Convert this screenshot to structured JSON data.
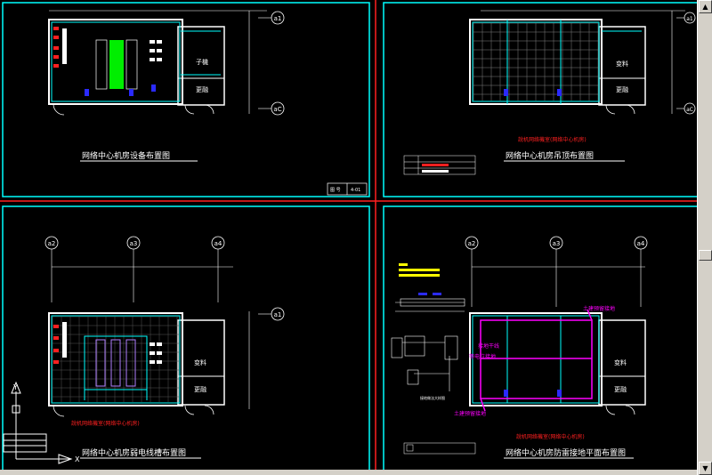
{
  "panels": [
    {
      "title": "网络中心机房设备布置图",
      "axis_top": [
        "a1"
      ],
      "axis_right": [
        "a1",
        "aC"
      ],
      "rooms": [
        "子機",
        "更融"
      ],
      "stamp": [
        "图 号",
        "4-01"
      ]
    },
    {
      "title": "网络中心机房吊顶布置图",
      "red_note": "說机网络機室(网络中心机房)",
      "axis_right": [
        "a1",
        "aC"
      ],
      "rooms": [
        "变料",
        "更融"
      ]
    },
    {
      "title": "网络中心机房弱电线槽布置图",
      "red_note": "說机网络機室(网络中心机房)",
      "axis_top": [
        "a2",
        "a3",
        "a4"
      ],
      "axis_right": [
        "a1"
      ],
      "rooms": [
        "变料",
        "更融"
      ]
    },
    {
      "title": "网络中心机房防雷接地平面布置图",
      "red_note": "說机网络機室(网络中心机房)",
      "axis_top": [
        "a2",
        "a3",
        "a4"
      ],
      "rooms": [
        "变料",
        "更融"
      ],
      "magenta_labels": [
        "土建预留接地",
        "接地干线",
        "等电位接地",
        "土建预留接地"
      ],
      "detail_caption": "接地做法大样图"
    }
  ],
  "ucs_icon": {
    "y_label": "Y",
    "x_label": "X"
  },
  "colors": {
    "cyan": "#00ffff",
    "magenta": "#ff00ff",
    "red": "#ff2020",
    "green": "#00ff00",
    "blue": "#2a2aff",
    "yellow": "#ffff00"
  }
}
